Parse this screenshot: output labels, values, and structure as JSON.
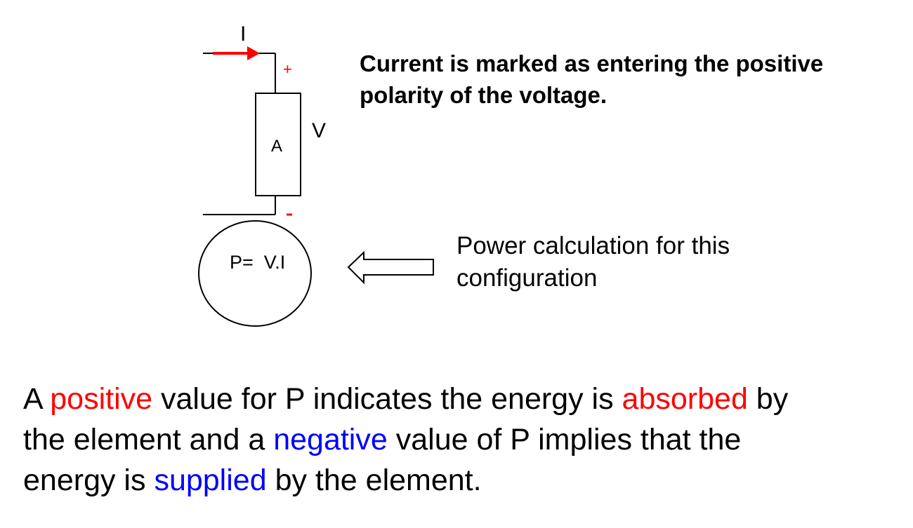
{
  "circuit": {
    "current_label": "I",
    "plus_sign": "+",
    "minus_sign": "-",
    "element_label": "A",
    "voltage_label": "V",
    "formula": "P=  V.I"
  },
  "colors": {
    "accent_red": "#ff0000",
    "accent_blue": "#0000ff",
    "stroke": "#000000"
  },
  "notes": {
    "convention_line1": "Current is marked as entering the positive",
    "convention_line2": "polarity of the voltage.",
    "power_line1": "Power calculation for this",
    "power_line2": "configuration"
  },
  "explanation": {
    "l1_a": "A ",
    "l1_positive": "positive",
    "l1_b": " value for P indicates the energy is ",
    "l1_absorbed": "absorbed",
    "l1_c": " by",
    "l2_a": "the element and a ",
    "l2_negative": "negative",
    "l2_b": " value of P implies that the",
    "l3_a": "energy is ",
    "l3_supplied": "supplied",
    "l3_b": " by the element."
  }
}
